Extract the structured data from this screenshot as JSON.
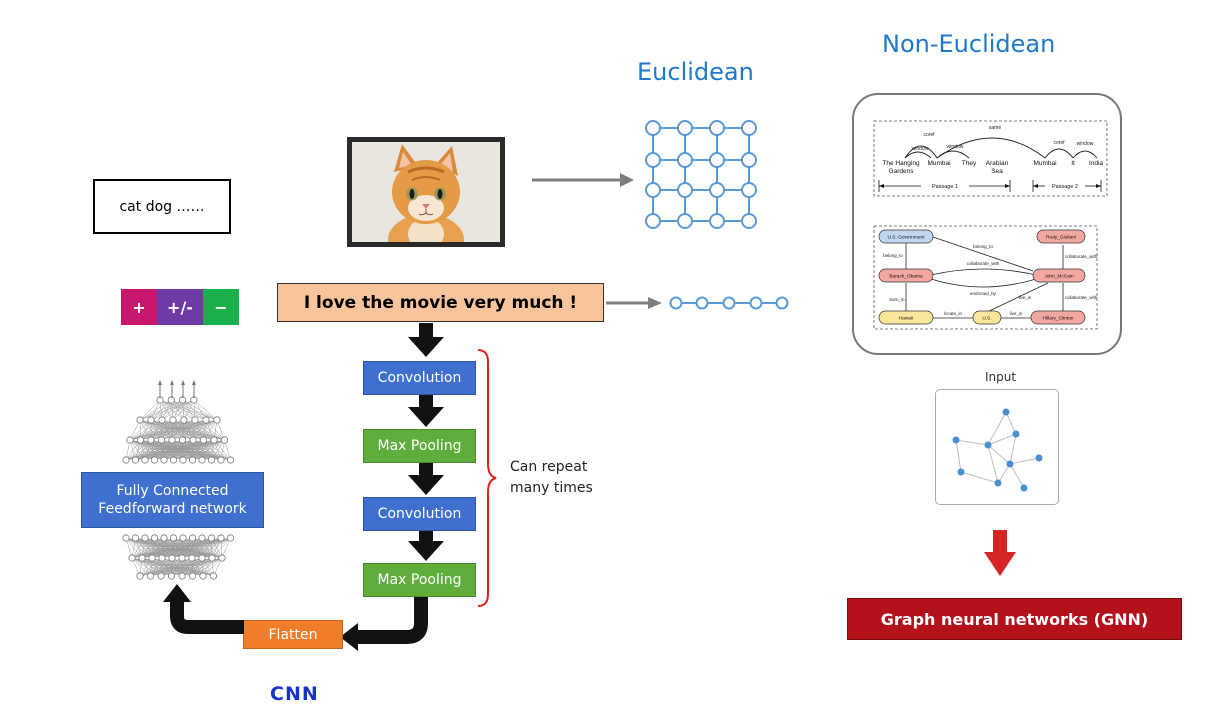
{
  "titles": {
    "euclidean": "Euclidean",
    "non_euclidean": "Non-Euclidean"
  },
  "text_box": "cat dog ……",
  "sentence": "I love the movie very much !",
  "sentiment": {
    "pos": "+",
    "neutral": "+/-",
    "neg": "−"
  },
  "cnn_blocks": {
    "conv1": "Convolution",
    "pool1": "Max Pooling",
    "conv2": "Convolution",
    "pool2": "Max Pooling",
    "flatten": "Flatten",
    "fc_line1": "Fully Connected",
    "fc_line2": "Feedforward network"
  },
  "repeat": {
    "line1": "Can repeat",
    "line2": "many times"
  },
  "cnn_label": "CNN",
  "graph_input_label": "Input",
  "gnn_label": "Graph neural networks (GNN)",
  "coref": {
    "words": [
      "The Hanging",
      "Gardens",
      "Mumbai",
      "They",
      "Arabian",
      "Sea",
      "Mumbai",
      "It",
      "India"
    ],
    "arcs": [
      "coref",
      "window",
      "window",
      "same",
      "coref",
      "window"
    ],
    "passage1": "Passage 1",
    "passage2": "Passage 2"
  },
  "kg": {
    "nodes": [
      "U.S. Government",
      "Barack_Obama",
      "Hawaii",
      "U.S.",
      "John_McCain",
      "Rudy_Giuliani",
      "Hillary_Clinton"
    ],
    "edges": [
      "belong_to",
      "belong_to",
      "collaborate_with",
      "collaborate_with",
      "endorsed_by",
      "born_in",
      "locate_in",
      "live_in",
      "live_in",
      "collaborate_with"
    ]
  },
  "colors": {
    "blue_title": "#1f78c8",
    "conv": "#3f6fcf",
    "pool": "#5fae3d",
    "flatten": "#ef7d2a",
    "gnn": "#b3121b",
    "sent_pos": "#c8186e",
    "sent_neutral": "#6f3aa6",
    "sent_neg": "#19b04b",
    "brace": "#e0231a"
  }
}
